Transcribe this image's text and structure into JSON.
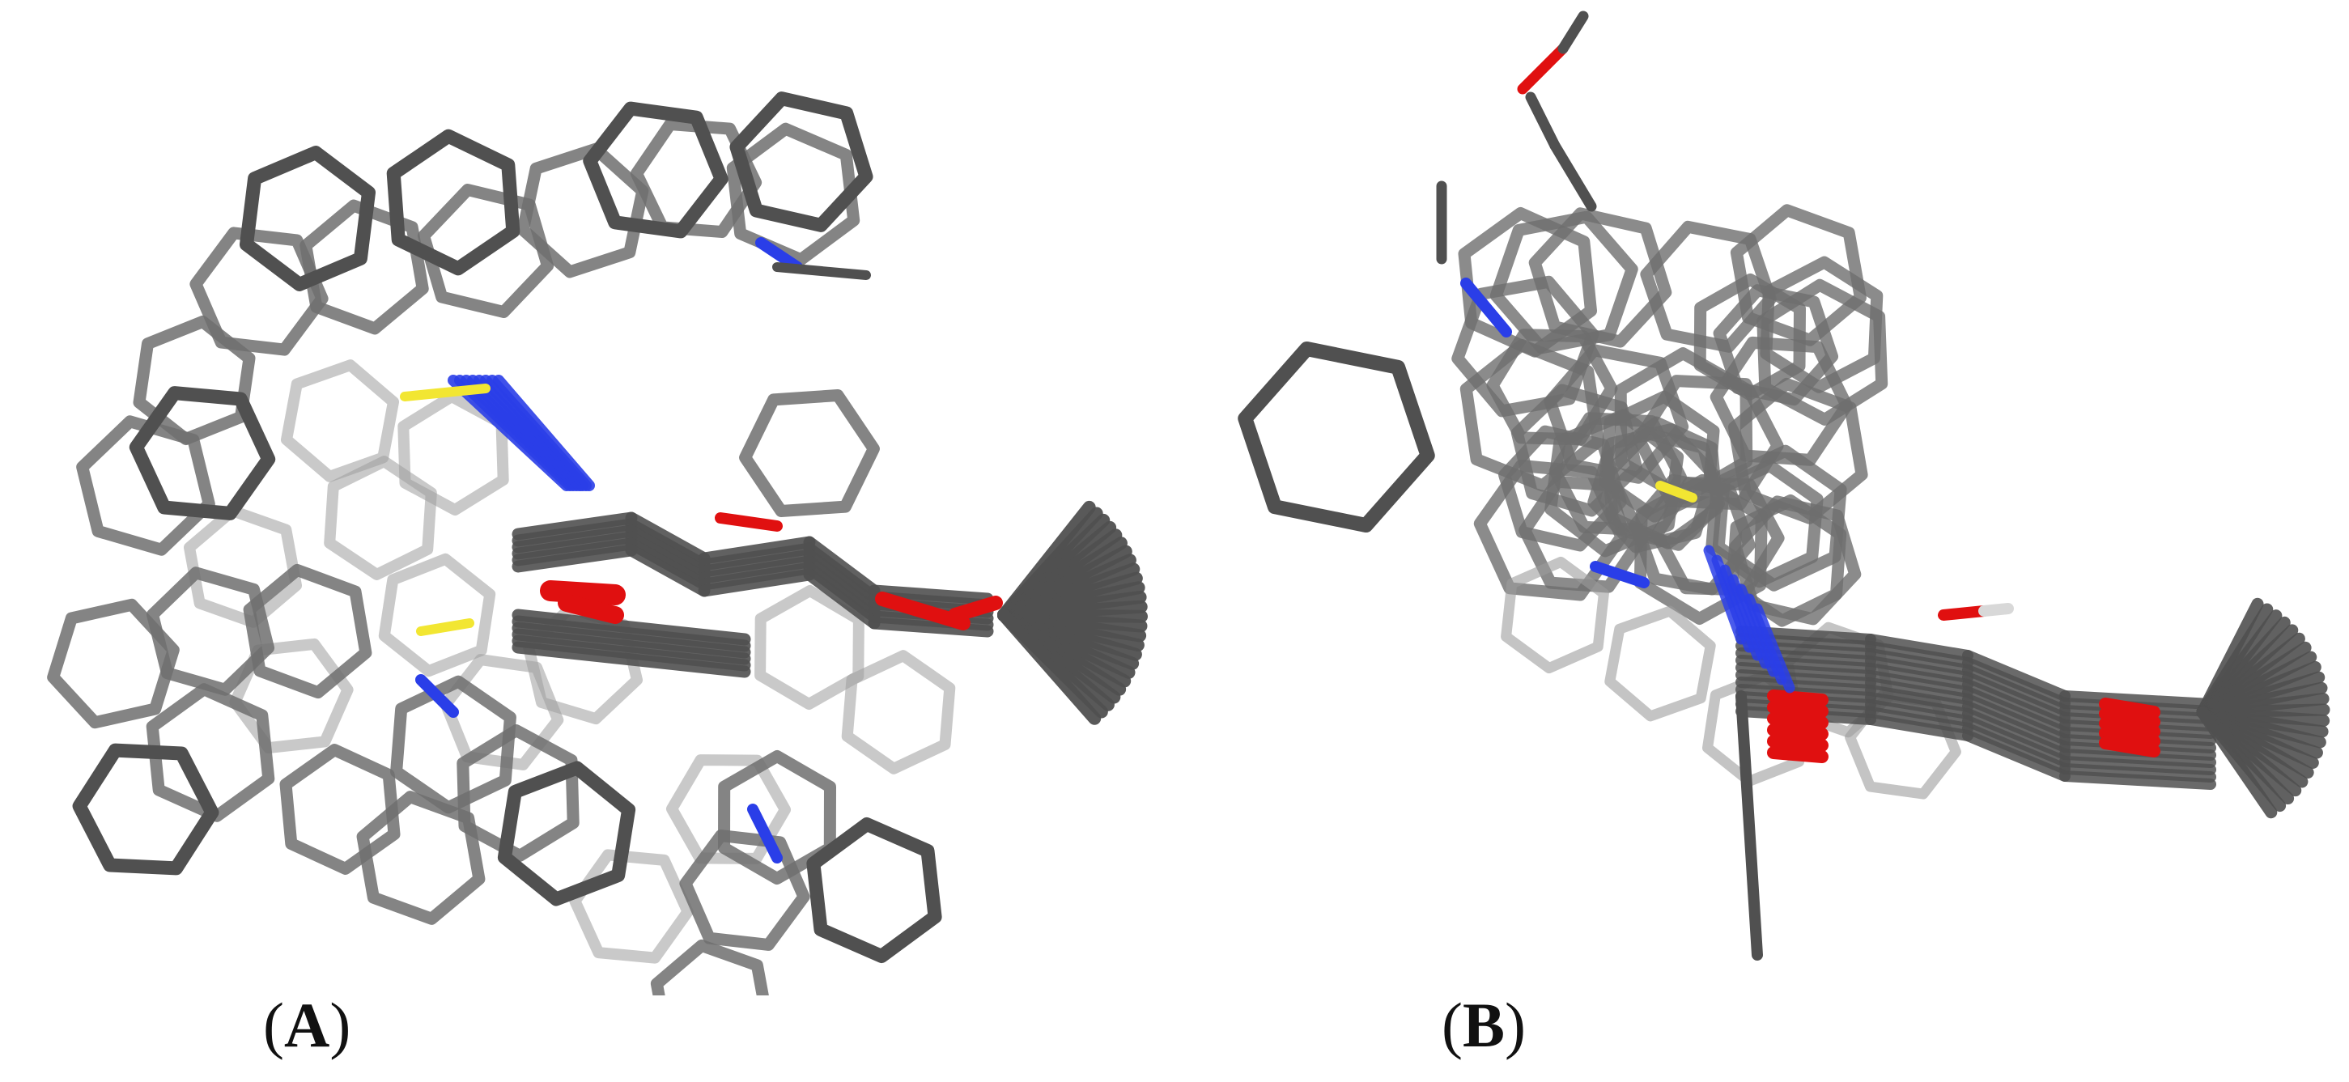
{
  "figure": {
    "panels": [
      {
        "id": "A",
        "label_open": "(",
        "label_letter": "A",
        "label_close": ")"
      },
      {
        "id": "B",
        "label_open": "(",
        "label_letter": "B",
        "label_close": ")"
      }
    ]
  },
  "colors": {
    "background": "#ffffff",
    "carbon_dark": "#505050",
    "carbon_mid": "#6e6e6e",
    "carbon_light": "#9c9c9c",
    "nitrogen": "#2a3ee8",
    "oxygen": "#e01010",
    "sulfur": "#f2e632",
    "hydrogen": "#d8d8d8"
  },
  "icons": {
    "panel_a": "molecular-ensemble-icon",
    "panel_b": "molecular-ensemble-icon"
  }
}
